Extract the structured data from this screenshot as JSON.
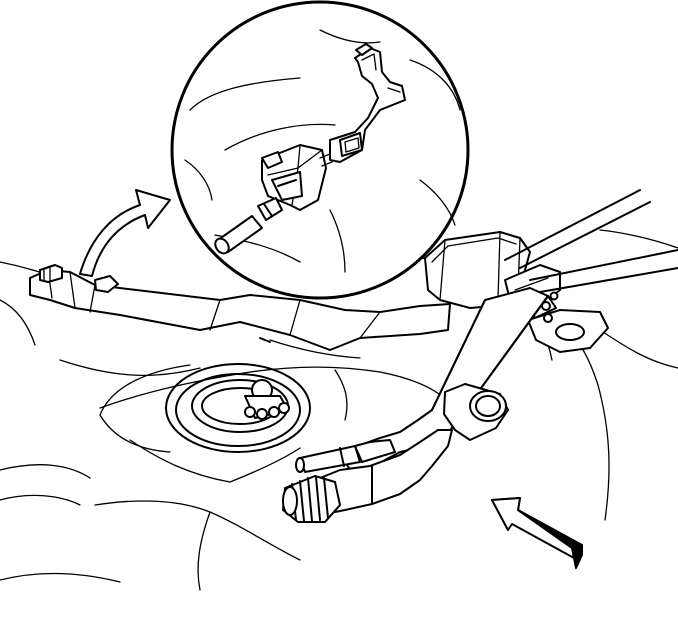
{
  "figure": {
    "kind": "line-art service illustration",
    "callout_shape": "circle",
    "arrow_directions": [
      "curved-up-right",
      "up-left"
    ]
  },
  "colors": {
    "line": "#000000",
    "background": "#ffffff"
  }
}
